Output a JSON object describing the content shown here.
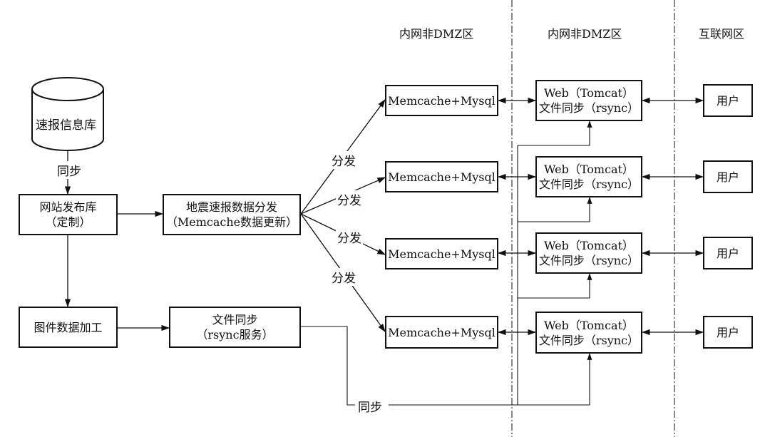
{
  "zones": [
    "内网非DMZ区",
    "内网非DMZ区",
    "互联网区"
  ],
  "database": {
    "label": "速报信息库"
  },
  "edge_sync_top": "同步",
  "publish_db": {
    "line1": "网站发布库",
    "line2": "（定制）"
  },
  "distribute": {
    "line1": "地震速报数据分发",
    "line2": "（Memcache数据更新）"
  },
  "image_proc": {
    "label": "图件数据加工"
  },
  "file_sync_service": {
    "line1": "文件同步",
    "line2": "（rsync服务）"
  },
  "edge_distribute": [
    "分发",
    "分发",
    "分发",
    "分发"
  ],
  "edge_sync_bottom": "同步",
  "rows": [
    {
      "cache": "Memcache+Mysql",
      "web_line1": "Web（Tomcat）",
      "web_line2": "文件同步（rsync）",
      "user": "用户"
    },
    {
      "cache": "Memcache+Mysql",
      "web_line1": "Web（Tomcat）",
      "web_line2": "文件同步（rsync）",
      "user": "用户"
    },
    {
      "cache": "Memcache+Mysql",
      "web_line1": "Web（Tomcat）",
      "web_line2": "文件同步（rsync）",
      "user": "用户"
    },
    {
      "cache": "Memcache+Mysql",
      "web_line1": "Web（Tomcat）",
      "web_line2": "文件同步（rsync）",
      "user": "用户"
    }
  ]
}
